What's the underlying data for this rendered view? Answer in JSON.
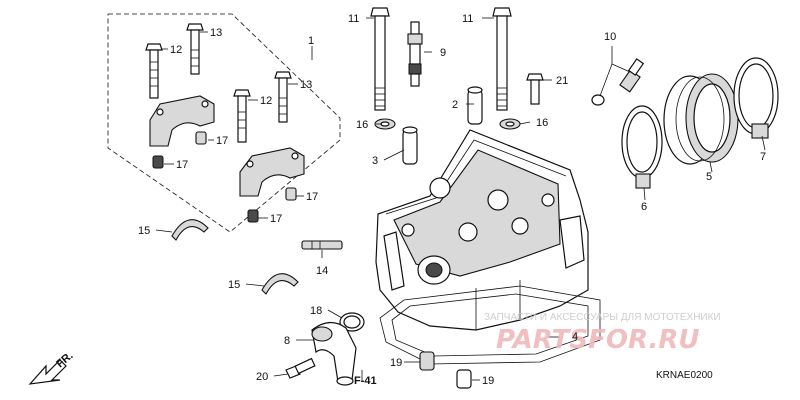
{
  "diagram_code": "KRNAE0200",
  "reference": "F-41",
  "direction_label": "FR.",
  "watermark": {
    "line": "ЗАПЧАСТИ И АКСЕССУАРЫ ДЛЯ МОТОТЕХНИКИ",
    "logo": "PARTSFOR.RU"
  },
  "callouts": {
    "c1": "1",
    "c2": "2",
    "c3": "3",
    "c4": "4",
    "c5": "5",
    "c6": "6",
    "c7": "7",
    "c8": "8",
    "c9": "9",
    "c10": "10",
    "c11a": "11",
    "c11b": "11",
    "c12a": "12",
    "c12b": "12",
    "c13a": "13",
    "c13b": "13",
    "c14": "14",
    "c15a": "15",
    "c15b": "15",
    "c16a": "16",
    "c16b": "16",
    "c17a": "17",
    "c17b": "17",
    "c17c": "17",
    "c17d": "17",
    "c18": "18",
    "c19a": "19",
    "c19b": "19",
    "c20": "20",
    "c21": "21"
  }
}
